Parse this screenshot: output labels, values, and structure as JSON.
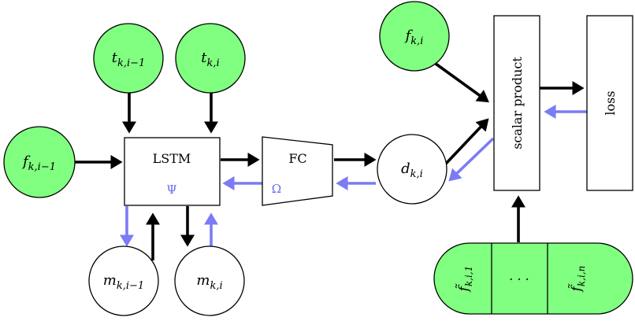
{
  "nodes": {
    "t_prev": {
      "base": "t",
      "sub": "k,i−1"
    },
    "t_cur": {
      "base": "t",
      "sub": "k,i"
    },
    "f_prev": {
      "base": "f",
      "sub": "k,i−1"
    },
    "f_cur": {
      "base": "f",
      "sub": "k,i"
    },
    "d": {
      "base": "d",
      "sub": "k,i"
    },
    "m_prev": {
      "base": "m",
      "sub": "k,i−1"
    },
    "m_cur": {
      "base": "m",
      "sub": "k,i"
    }
  },
  "blocks": {
    "lstm": "LSTM",
    "lstm_param": "Ψ",
    "fc": "FC",
    "fc_param": "Ω",
    "scalar_product": "scalar product",
    "loss": "loss"
  },
  "negatives": {
    "first": {
      "base": "f̃",
      "sub": "k,i,1"
    },
    "middle": ". . .",
    "last": {
      "base": "f̃",
      "sub": "k,i,n"
    }
  },
  "colors": {
    "node_fill": "#80ff80",
    "forward_arrow": "#000000",
    "backward_arrow": "#7b7bf5"
  }
}
